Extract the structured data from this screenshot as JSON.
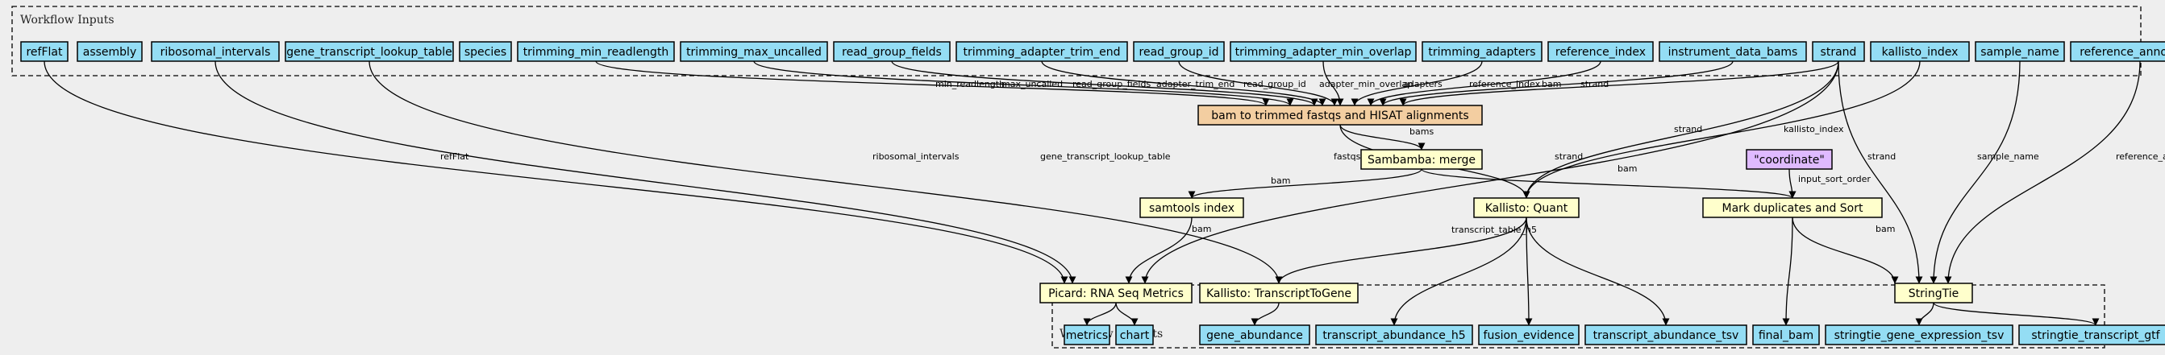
{
  "clusters": {
    "inputs_title": "Workflow Inputs",
    "outputs_title": "Workflow Outputs"
  },
  "colors": {
    "background": "#eeeeee",
    "input_fill": "#94ddf4",
    "step_fill": "#ffffcc",
    "main_step_fill": "#f3cea1",
    "default_fill": "#dfbaff"
  },
  "nodes": [
    {
      "id": "refFlat",
      "label": "refFlat",
      "kind": "io"
    },
    {
      "id": "assembly",
      "label": "assembly",
      "kind": "io"
    },
    {
      "id": "ribosomal_intervals",
      "label": "ribosomal_intervals",
      "kind": "io"
    },
    {
      "id": "gene_transcript_lookup_table",
      "label": "gene_transcript_lookup_table",
      "kind": "io"
    },
    {
      "id": "species",
      "label": "species",
      "kind": "io"
    },
    {
      "id": "trimming_min_readlength",
      "label": "trimming_min_readlength",
      "kind": "io"
    },
    {
      "id": "trimming_max_uncalled",
      "label": "trimming_max_uncalled",
      "kind": "io"
    },
    {
      "id": "read_group_fields",
      "label": "read_group_fields",
      "kind": "io"
    },
    {
      "id": "trimming_adapter_trim_end",
      "label": "trimming_adapter_trim_end",
      "kind": "io"
    },
    {
      "id": "read_group_id",
      "label": "read_group_id",
      "kind": "io"
    },
    {
      "id": "trimming_adapter_min_overlap",
      "label": "trimming_adapter_min_overlap",
      "kind": "io"
    },
    {
      "id": "trimming_adapters",
      "label": "trimming_adapters",
      "kind": "io"
    },
    {
      "id": "reference_index",
      "label": "reference_index",
      "kind": "io"
    },
    {
      "id": "instrument_data_bams",
      "label": "instrument_data_bams",
      "kind": "io"
    },
    {
      "id": "strand",
      "label": "strand",
      "kind": "io"
    },
    {
      "id": "kallisto_index",
      "label": "kallisto_index",
      "kind": "io"
    },
    {
      "id": "sample_name",
      "label": "sample_name",
      "kind": "io"
    },
    {
      "id": "reference_annotation",
      "label": "reference_annotation",
      "kind": "io"
    },
    {
      "id": "bam_to_trimmed",
      "label": "bam to trimmed fastqs and HISAT alignments",
      "kind": "main"
    },
    {
      "id": "coordinate",
      "label": "\"coordinate\"",
      "kind": "default"
    },
    {
      "id": "sambamba_merge",
      "label": "Sambamba: merge",
      "kind": "step"
    },
    {
      "id": "samtools_index",
      "label": "samtools index",
      "kind": "step"
    },
    {
      "id": "kallisto_quant",
      "label": "Kallisto: Quant",
      "kind": "step"
    },
    {
      "id": "mark_duplicates",
      "label": "Mark duplicates and Sort",
      "kind": "step"
    },
    {
      "id": "picard_rnaseq",
      "label": "Picard: RNA Seq Metrics",
      "kind": "step"
    },
    {
      "id": "kallisto_t2g",
      "label": "Kallisto: TranscriptToGene",
      "kind": "step"
    },
    {
      "id": "stringtie",
      "label": "StringTie",
      "kind": "step"
    },
    {
      "id": "metrics",
      "label": "metrics",
      "kind": "io"
    },
    {
      "id": "chart",
      "label": "chart",
      "kind": "io"
    },
    {
      "id": "gene_abundance",
      "label": "gene_abundance",
      "kind": "io"
    },
    {
      "id": "transcript_abundance_h5",
      "label": "transcript_abundance_h5",
      "kind": "io"
    },
    {
      "id": "fusion_evidence",
      "label": "fusion_evidence",
      "kind": "io"
    },
    {
      "id": "transcript_abundance_tsv",
      "label": "transcript_abundance_tsv",
      "kind": "io"
    },
    {
      "id": "final_bam",
      "label": "final_bam",
      "kind": "io"
    },
    {
      "id": "stringtie_gene_expression_tsv",
      "label": "stringtie_gene_expression_tsv",
      "kind": "io"
    },
    {
      "id": "stringtie_transcript_gtf",
      "label": "stringtie_transcript_gtf",
      "kind": "io"
    }
  ],
  "edges": [
    {
      "from": "refFlat",
      "to": "picard_rnaseq",
      "label": "refFlat"
    },
    {
      "from": "ribosomal_intervals",
      "to": "picard_rnaseq",
      "label": "ribosomal_intervals"
    },
    {
      "from": "gene_transcript_lookup_table",
      "to": "kallisto_t2g",
      "label": "gene_transcript_lookup_table"
    },
    {
      "from": "trimming_min_readlength",
      "to": "bam_to_trimmed",
      "label": "min_readlength"
    },
    {
      "from": "trimming_max_uncalled",
      "to": "bam_to_trimmed",
      "label": "max_uncalled"
    },
    {
      "from": "read_group_fields",
      "to": "bam_to_trimmed",
      "label": "read_group_fields"
    },
    {
      "from": "trimming_adapter_trim_end",
      "to": "bam_to_trimmed",
      "label": "adapter_trim_end"
    },
    {
      "from": "read_group_id",
      "to": "bam_to_trimmed",
      "label": "read_group_id"
    },
    {
      "from": "trimming_adapter_min_overlap",
      "to": "bam_to_trimmed",
      "label": "adapter_min_overlap"
    },
    {
      "from": "trimming_adapters",
      "to": "bam_to_trimmed",
      "label": "adapters"
    },
    {
      "from": "reference_index",
      "to": "bam_to_trimmed",
      "label": "reference_index"
    },
    {
      "from": "instrument_data_bams",
      "to": "bam_to_trimmed",
      "label": "bam"
    },
    {
      "from": "strand",
      "to": "bam_to_trimmed",
      "label": "strand"
    },
    {
      "from": "strand",
      "to": "picard_rnaseq",
      "label": "strand"
    },
    {
      "from": "strand",
      "to": "kallisto_quant",
      "label": "strand"
    },
    {
      "from": "strand",
      "to": "stringtie",
      "label": "strand"
    },
    {
      "from": "kallisto_index",
      "to": "kallisto_quant",
      "label": "kallisto_index"
    },
    {
      "from": "sample_name",
      "to": "stringtie",
      "label": "sample_name"
    },
    {
      "from": "reference_annotation",
      "to": "stringtie",
      "label": "reference_annotation"
    },
    {
      "from": "bam_to_trimmed",
      "to": "sambamba_merge",
      "label": "bams"
    },
    {
      "from": "bam_to_trimmed",
      "to": "kallisto_quant",
      "label": "fastqs"
    },
    {
      "from": "sambamba_merge",
      "to": "samtools_index",
      "label": "bam"
    },
    {
      "from": "sambamba_merge",
      "to": "mark_duplicates",
      "label": "bam"
    },
    {
      "from": "coordinate",
      "to": "mark_duplicates",
      "label": "input_sort_order"
    },
    {
      "from": "samtools_index",
      "to": "picard_rnaseq",
      "label": "bam"
    },
    {
      "from": "kallisto_quant",
      "to": "kallisto_t2g",
      "label": "transcript_table_h5"
    },
    {
      "from": "kallisto_quant",
      "to": "transcript_abundance_h5",
      "label": ""
    },
    {
      "from": "kallisto_quant",
      "to": "fusion_evidence",
      "label": ""
    },
    {
      "from": "kallisto_quant",
      "to": "transcript_abundance_tsv",
      "label": ""
    },
    {
      "from": "mark_duplicates",
      "to": "stringtie",
      "label": "bam"
    },
    {
      "from": "mark_duplicates",
      "to": "final_bam",
      "label": ""
    },
    {
      "from": "picard_rnaseq",
      "to": "metrics",
      "label": ""
    },
    {
      "from": "picard_rnaseq",
      "to": "chart",
      "label": ""
    },
    {
      "from": "kallisto_t2g",
      "to": "gene_abundance",
      "label": ""
    },
    {
      "from": "stringtie",
      "to": "stringtie_gene_expression_tsv",
      "label": ""
    },
    {
      "from": "stringtie",
      "to": "stringtie_transcript_gtf",
      "label": ""
    }
  ]
}
